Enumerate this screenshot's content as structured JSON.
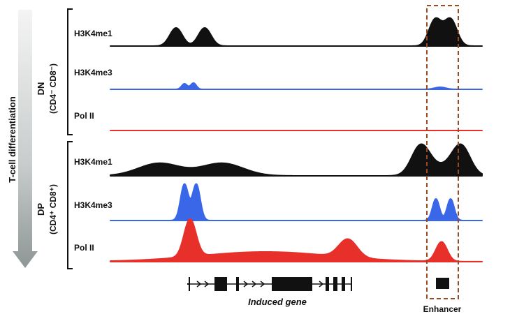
{
  "colors": {
    "H3K4me1": "#111111",
    "H3K4me3": "#3a66e8",
    "PolII": "#e8302b",
    "enhancer_box": "#9a4a22"
  },
  "axis_label": "T-cell differentiation",
  "groups": [
    {
      "id": "dn",
      "title": "DN",
      "subtitle": "(CD4⁻ CD8⁻)"
    },
    {
      "id": "dp",
      "title": "DP",
      "subtitle": "(CD4⁺ CD8⁺)"
    }
  ],
  "tracks": {
    "dn_me1": "H3K4me1",
    "dn_me3": "H3K4me3",
    "dn_pol": "Pol II",
    "dp_me1": "H3K4me1",
    "dp_me3": "H3K4me3",
    "dp_pol": "Pol II"
  },
  "gene_label": "Induced gene",
  "enhancer_label": "Enhancer"
}
